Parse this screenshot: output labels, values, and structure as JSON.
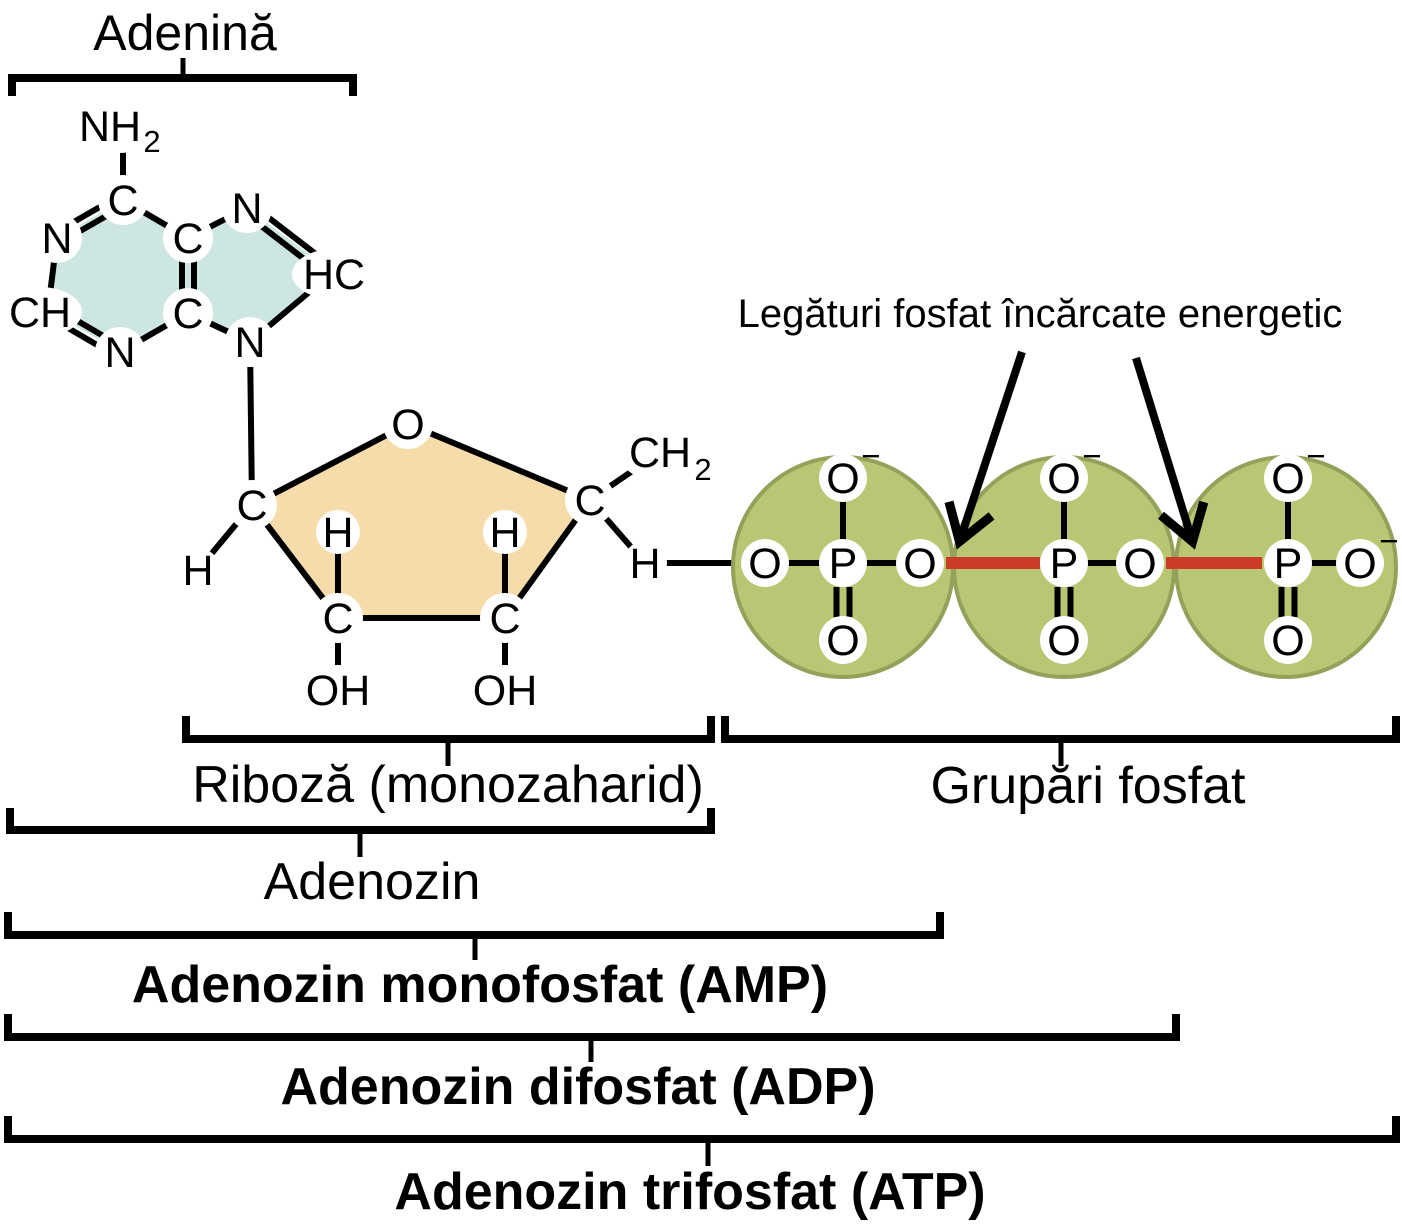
{
  "title": "Adenină",
  "labels": {
    "ribose": "Riboză (monozaharid)",
    "phosphates": "Grupări fosfat",
    "adenosine": "Adenozin",
    "amp": "Adenozin monofosfat (AMP)",
    "adp": "Adenozin difosfat (ADP)",
    "atp": "Adenozin trifosfat (ATP)",
    "energy": "Legături fosfat încărcate energetic"
  },
  "atoms": {
    "c": "C",
    "n": "N",
    "o": "O",
    "p": "P",
    "h": "H",
    "ch": "CH",
    "hc": "HC",
    "oh": "OH",
    "nh": "NH",
    "sub2": "2",
    "minus": "−"
  },
  "colors": {
    "adenine_fill": "#cee6e2",
    "ribose_fill": "#f6dcab",
    "phosphate_fill": "#b9c673",
    "phosphate_stroke": "#93a25b",
    "energy_bond": "#cc3a28",
    "line": "#000000"
  }
}
